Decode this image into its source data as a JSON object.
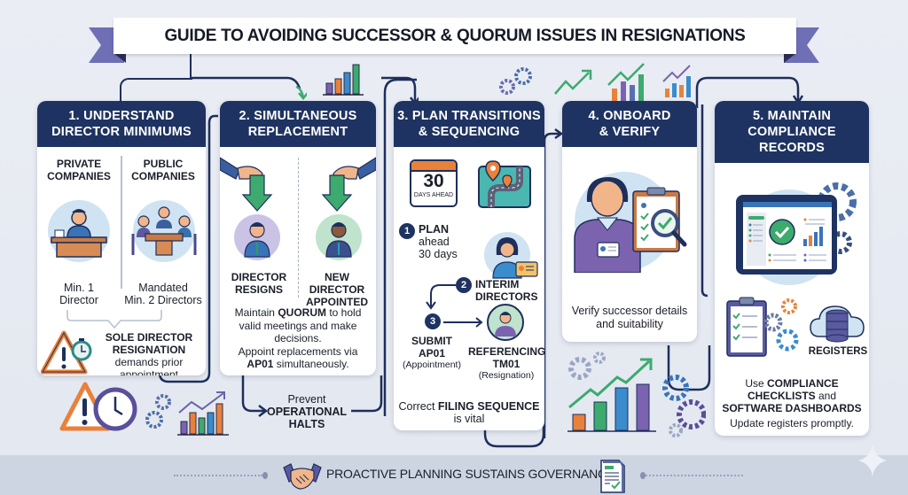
{
  "title": "GUIDE TO AVOIDING SUCCESSOR & QUORUM ISSUES IN RESIGNATIONS",
  "steps": [
    {
      "header": "1. UNDERSTAND DIRECTOR MINIMUMS",
      "header_lines": [
        "1. UNDERSTAND",
        "DIRECTOR MINIMUMS"
      ],
      "columns": [
        {
          "label_lines": [
            "PRIVATE",
            "COMPANIES"
          ],
          "value_lines": [
            "Min. 1",
            "Director"
          ],
          "icon": "single-director-desk-icon"
        },
        {
          "label_lines": [
            "PUBLIC",
            "COMPANIES"
          ],
          "value_lines": [
            "Mandated",
            "Min. 2 Directors"
          ],
          "icon": "board-meeting-icon"
        }
      ],
      "warning": {
        "bold_lines": [
          "SOLE DIRECTOR",
          "RESIGNATION"
        ],
        "text_lines": [
          "demands prior",
          "appointment"
        ],
        "icon": "warning-clock-icon"
      }
    },
    {
      "header": "2. SIMULTANEOUS REPLACEMENT",
      "header_lines": [
        "2. SIMULTANEOUS",
        "REPLACEMENT"
      ],
      "columns": [
        {
          "label_lines": [
            "DIRECTOR",
            "RESIGNS"
          ],
          "icon": "director-resigns-icon"
        },
        {
          "label_lines": [
            "NEW DIRECTOR",
            "APPOINTED"
          ],
          "icon": "new-director-icon"
        }
      ],
      "body": {
        "line1_pre": "Maintain ",
        "line1_bold": "QUORUM",
        "line1_post": " to hold",
        "line2": "valid meetings and make",
        "line3": "decisions.",
        "line4": "Appoint replacements via",
        "line5_bold": "AP01",
        "line5_post": " simultaneously."
      }
    },
    {
      "header": "3. PLAN TRANSITIONS & SEQUENCING",
      "header_lines": [
        "3. PLAN TRANSITIONS",
        "& SEQUENCING"
      ],
      "calendar": {
        "number": "30",
        "label": "DAYS AHEAD"
      },
      "items": [
        {
          "number": "1",
          "bold": "PLAN",
          "text": " ahead",
          "text2": "30 days"
        },
        {
          "number": "2",
          "bold_lines": [
            "INTERIM",
            "DIRECTORS"
          ]
        },
        {
          "number": "3",
          "bold_lines": [
            "SUBMIT",
            "AP01"
          ],
          "sub": "(Appointment)"
        }
      ],
      "referencing": {
        "bold_lines": [
          "REFERENCING",
          "TM01"
        ],
        "sub": "(Resignation)"
      },
      "footer_pre": "Correct ",
      "footer_bold": "FILING SEQUENCE",
      "footer_post": "is vital"
    },
    {
      "header": "4. ONBOARD & VERIFY",
      "header_lines": [
        "4. ONBOARD",
        "& VERIFY"
      ],
      "body_lines": [
        "Verify successor details",
        "and suitability"
      ]
    },
    {
      "header": "5. MAINTAIN COMPLIANCE RECORDS",
      "header_lines": [
        "5. MAINTAIN",
        "COMPLIANCE RECORDS"
      ],
      "registers_label": "REGISTERS",
      "body": {
        "pre": "Use ",
        "bold1": "COMPLIANCE",
        "bold2": "CHECKLISTS",
        "mid": " and",
        "bold3": "SOFTWARE DASHBOARDS",
        "line4": "Update registers promptly."
      }
    }
  ],
  "callout": {
    "line1": "Prevent",
    "bold_lines": [
      "OPERATIONAL",
      "HALTS"
    ]
  },
  "footer": {
    "text": "PROACTIVE PLANNING SUSTAINS GOVERNANCE",
    "left_icon": "handshake-icon",
    "right_icon": "document-check-icon"
  },
  "colors": {
    "navy": "#1e3361",
    "accent_purple": "#6e6fb5",
    "green": "#3daa6e",
    "orange": "#e9813b",
    "blue": "#3a8ccc",
    "background": "#e6eaf2",
    "footer_band": "#cdd5e3"
  }
}
